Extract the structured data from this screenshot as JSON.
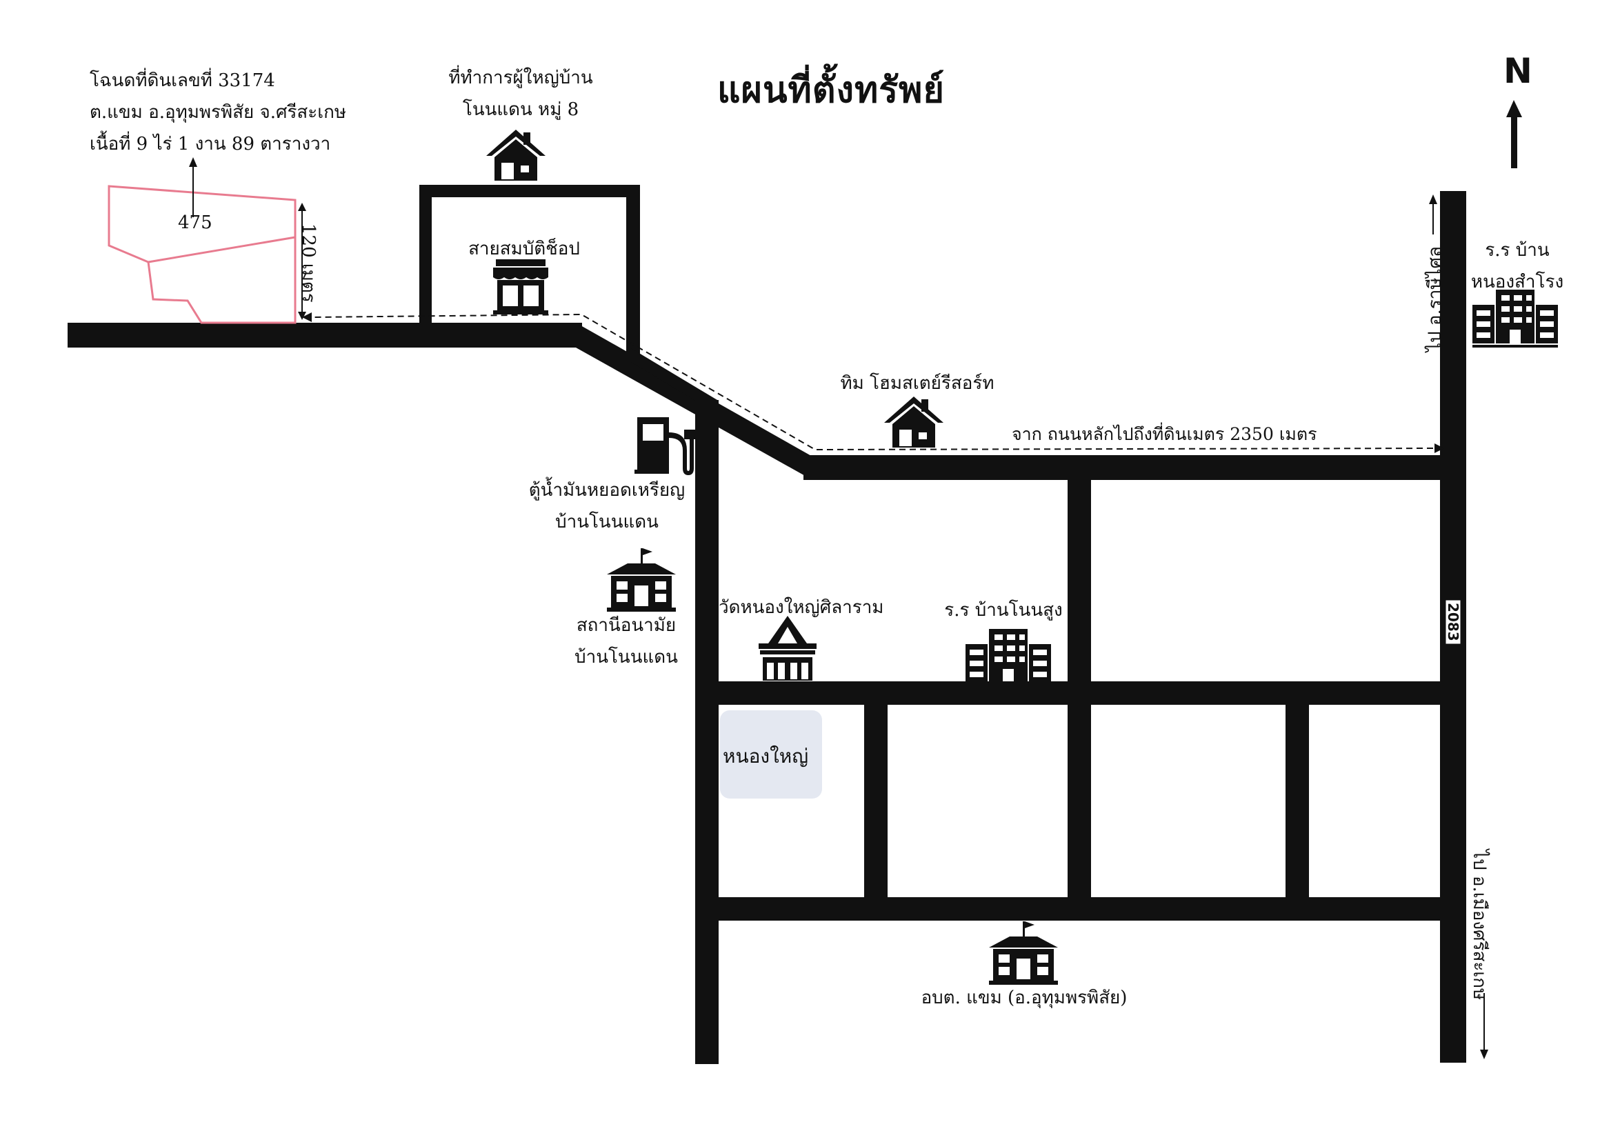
{
  "title": "แผนที่ตั้งทรัพย์",
  "north_label": "N",
  "deed": {
    "line1": "โฉนดที่ดินเลขที่ 33174",
    "line2": "ต.แขม อ.อุทุมพรพิสัย จ.ศรีสะเกษ",
    "line3": "เนื้อที่ 9 ไร่ 1 งาน 89 ตารางวา"
  },
  "parcel_number": "475",
  "parcel_depth": "120 เมตร",
  "landmarks": {
    "headman_office_line1": "ที่ทำการผู้ใหญ่บ้าน",
    "headman_office_line2": "โนนแดน หมู่ 8",
    "shop": "สายสมบัติช็อป",
    "homestay": "ทิม โฮมสเตย์รีสอร์ท",
    "gas_line1": "ตู้น้ำมันหยอดเหรียญ",
    "gas_line2": "บ้านโนนแดน",
    "health_line1": "สถานีอนามัย",
    "health_line2": "บ้านโนนแดน",
    "temple": "วัดหนองใหญ่ศิลาราม",
    "school_nonsung": "ร.ร บ้านโนนสูง",
    "school_nongsamrong_line1": "ร.ร บ้าน",
    "school_nongsamrong_line2": "หนองสำโรง",
    "pond": "หนองใหญ่",
    "sao": "อบต. แขม (อ.อุทุมพรพิสัย)"
  },
  "route_text": "จาก ถนนหลักไปถึงที่ดินเมตร 2350 เมตร",
  "road_number": "2083",
  "to_rasi_salai": "ไป อ.ราษีไศล",
  "to_mueang_sisaket": "ไป อ.เมืองศรีสะเกษ",
  "colors": {
    "road": "#111111",
    "parcel": "#e87b8f",
    "pond": "#e4e8f1"
  },
  "icons": [
    "house-icon",
    "shop-icon",
    "fuel-pump-icon",
    "government-building-icon",
    "temple-icon",
    "school-building-icon",
    "north-arrow-icon"
  ]
}
